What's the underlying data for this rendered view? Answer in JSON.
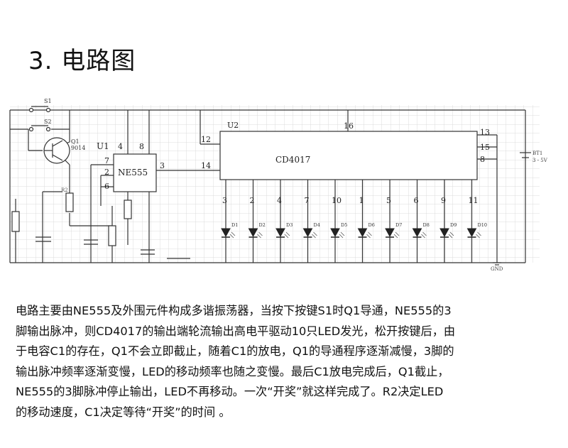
{
  "title": "3. 电路图",
  "schematic": {
    "refs": {
      "s1": "S1",
      "s2": "S2",
      "q1": "Q1",
      "q1_model": "9014",
      "u1": "U1",
      "u2": "U2",
      "ne555": "NE555",
      "cd4017": "CD4017",
      "bt1": "BT1",
      "bt1_value": "3 - 5V",
      "gnd": "GND",
      "r2": "R2"
    },
    "ne555_pins": {
      "top_left": "4",
      "top_right": "8",
      "left": [
        "7",
        "2",
        "6"
      ],
      "out": "3"
    },
    "cd4017_pins": {
      "in_12": "12",
      "in_14": "14",
      "top": "16",
      "right": [
        "13",
        "15",
        "8"
      ]
    },
    "led_output_pins": [
      "3",
      "2",
      "4",
      "7",
      "10",
      "1",
      "5",
      "6",
      "9",
      "11"
    ],
    "led_labels": [
      "D1",
      "D2",
      "D3",
      "D4",
      "D5",
      "D6",
      "D7",
      "D8",
      "D9",
      "D10"
    ]
  },
  "description_lines": [
    "电路主要由NE555及外围元件构成多谐振荡器，当按下按键S1时Q1导通，NE555的3",
    "脚输出脉冲，则CD4017的输出端轮流输出高电平驱动10只LED发光，松开按键后，由",
    "于电容C1的存在，Q1不会立即截止，随着C1的放电，Q1的导通程序逐渐减慢，3脚的",
    "输出脉冲频率逐渐变慢，LED的移动频率也随之变慢。最后C1放电完成后，Q1截止，",
    "NE555的3脚脉冲停止输出，LED不再移动。一次“开奖”就这样完成了。R2决定LED",
    "的移动速度，C1决定等待“开奖”的时间 。"
  ]
}
